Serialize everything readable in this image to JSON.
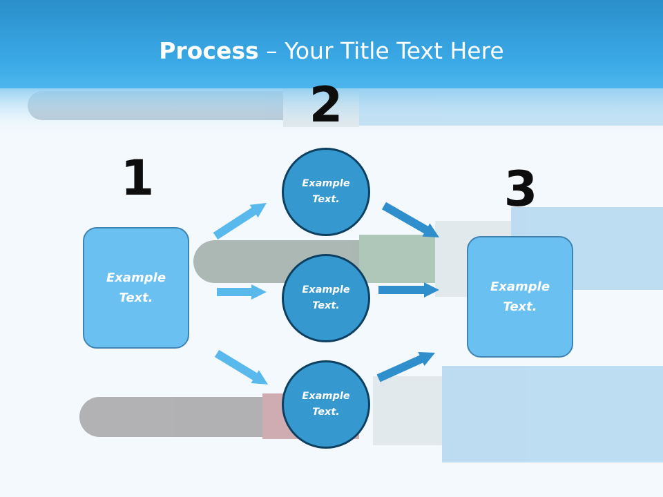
{
  "title": {
    "bold": "Process",
    "rest": " – Your Title Text Here"
  },
  "steps": [
    {
      "number": "1",
      "text_line1": "Example",
      "text_line2": "Text."
    },
    {
      "number": "2"
    },
    {
      "number": "3",
      "text_line1": "Example",
      "text_line2": "Text."
    }
  ],
  "circles": [
    {
      "text_line1": "Example",
      "text_line2": "Text."
    },
    {
      "text_line1": "Example",
      "text_line2": "Text."
    },
    {
      "text_line1": "Example",
      "text_line2": "Text."
    }
  ],
  "colors": {
    "header": "#3aa3db",
    "box": "#6ac0f0",
    "circle": "#3598cf",
    "arrow_light": "#59b8ec",
    "arrow_dark": "#2f8fcc"
  }
}
